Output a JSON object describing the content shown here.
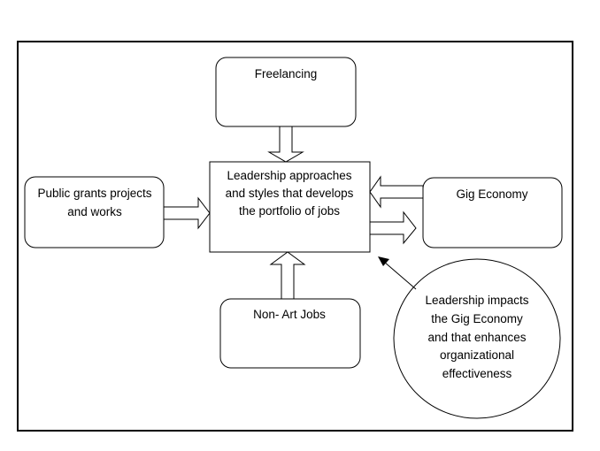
{
  "boxes": {
    "freelancing": {
      "label": "Freelancing"
    },
    "center": {
      "lines": [
        "Leadership approaches",
        "and styles that develops",
        "the portfolio of jobs"
      ]
    },
    "public_grants": {
      "lines": [
        "Public grants projects",
        "and works"
      ]
    },
    "gig_economy": {
      "label": "Gig Economy"
    },
    "non_art_jobs": {
      "label": "Non- Art Jobs"
    }
  },
  "callout": {
    "lines": [
      "Leadership impacts",
      "the Gig Economy",
      "and that enhances",
      "organizational",
      "effectiveness"
    ]
  }
}
